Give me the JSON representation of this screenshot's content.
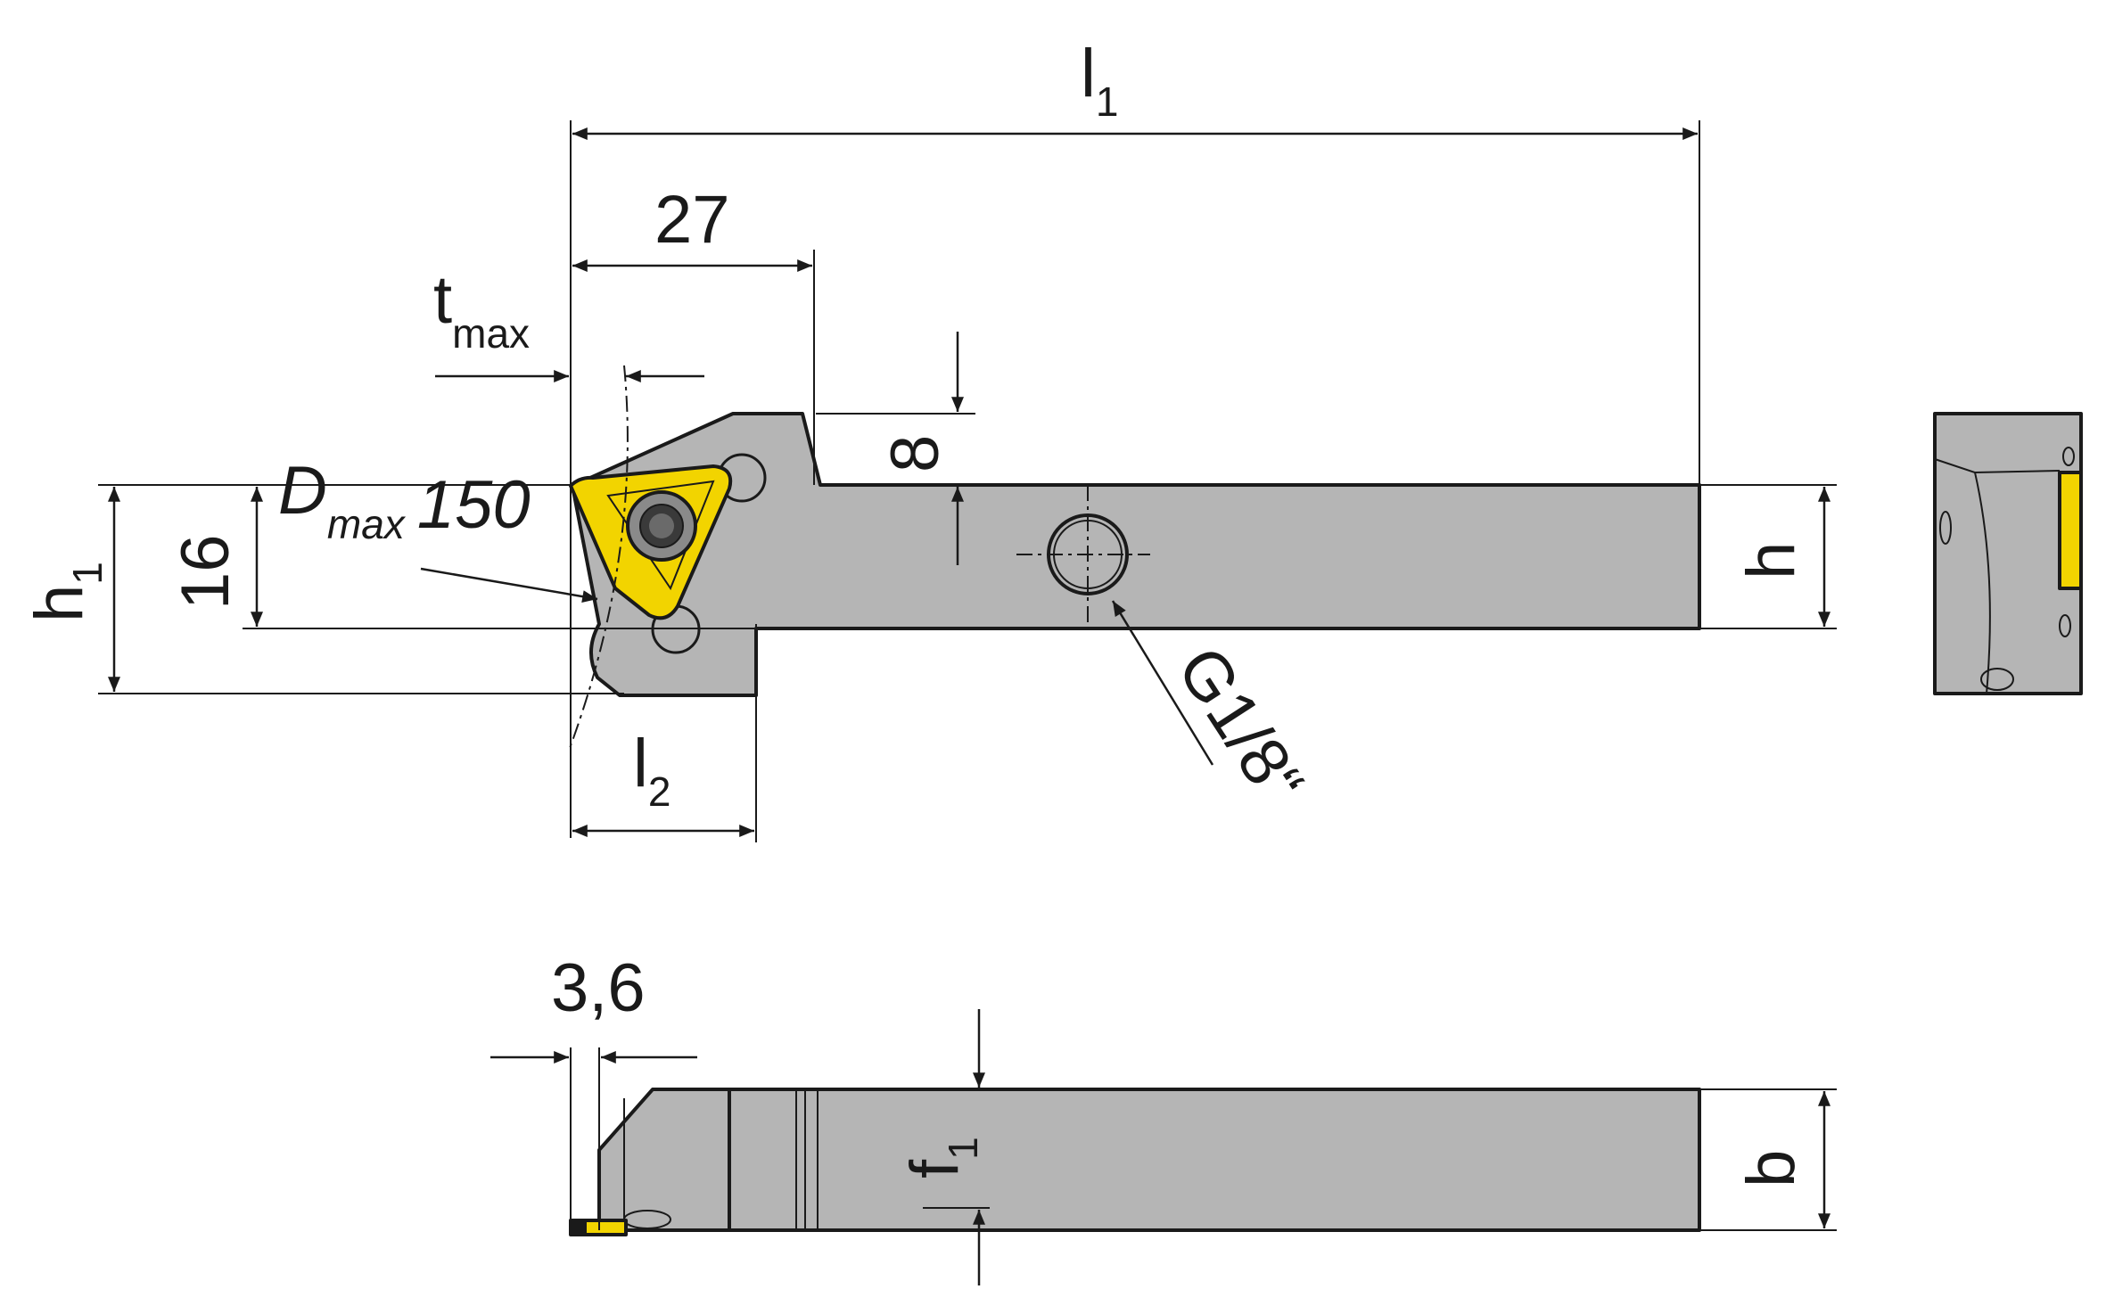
{
  "dimensions": {
    "l1": {
      "main": "l",
      "sub": "1"
    },
    "d27": "27",
    "tmax": {
      "main": "t",
      "sub": "max"
    },
    "d8": "8",
    "dmax": {
      "main": "D",
      "sub": "max",
      "value": "150"
    },
    "d16": "16",
    "h1": {
      "main": "h",
      "sub": "1"
    },
    "h": "h",
    "g18": "G1/8“",
    "l2": {
      "main": "l",
      "sub": "2"
    },
    "d36": "3,6",
    "f1": {
      "main": "f",
      "sub": "1"
    },
    "b": "b"
  },
  "colors": {
    "steel": "#b5b5b5",
    "insert": "#f2d400",
    "line": "#1a1a1a",
    "background": "#ffffff"
  }
}
